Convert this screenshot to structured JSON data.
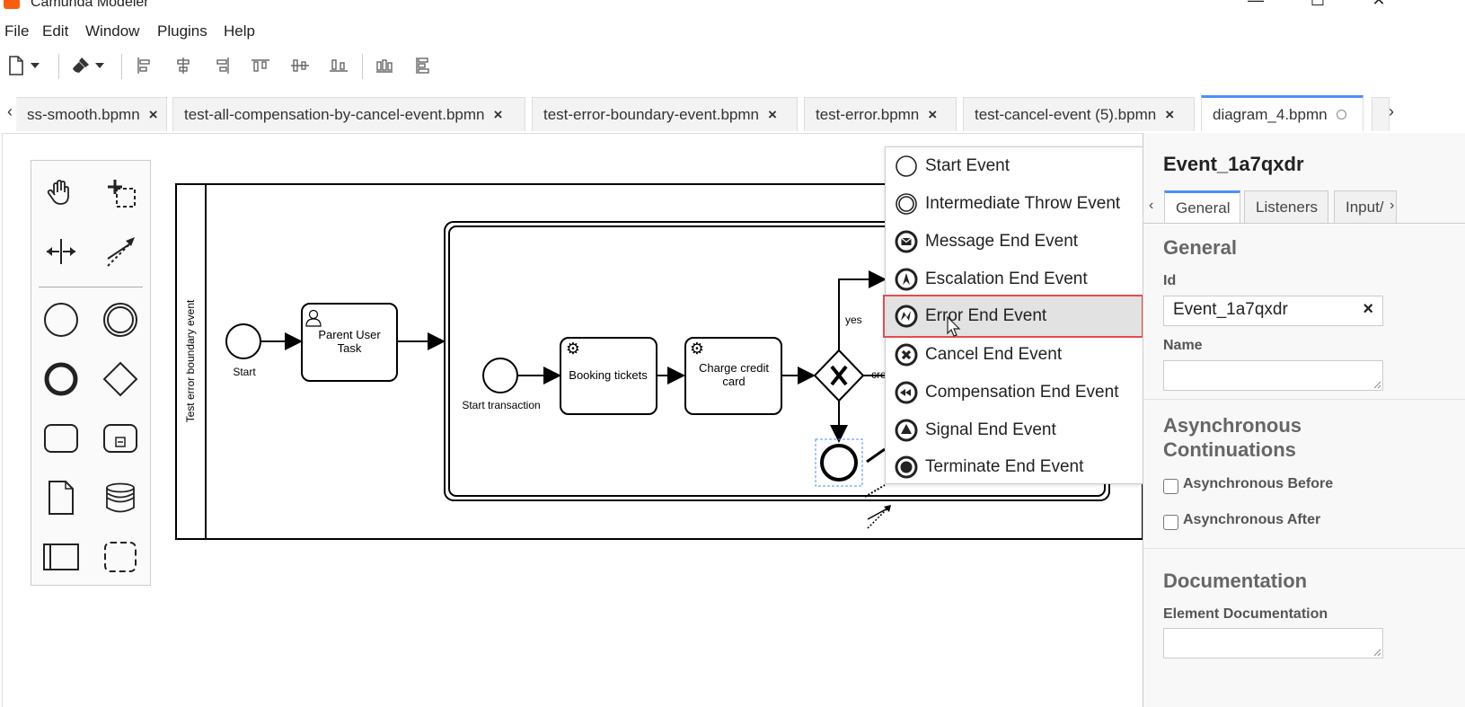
{
  "window": {
    "title": "Camunda Modeler",
    "controls": [
      "minimize",
      "maximize",
      "close"
    ]
  },
  "menu": [
    "File",
    "Edit",
    "Window",
    "Plugins",
    "Help"
  ],
  "tabs": [
    {
      "label": "ss-smooth.bpmn",
      "state": "close"
    },
    {
      "label": "test-all-compensation-by-cancel-event.bpmn",
      "state": "close"
    },
    {
      "label": "test-error-boundary-event.bpmn",
      "state": "close"
    },
    {
      "label": "test-error.bpmn",
      "state": "close"
    },
    {
      "label": "test-cancel-event (5).bpmn",
      "state": "close"
    },
    {
      "label": "diagram_4.bpmn",
      "state": "unsaved",
      "active": true
    }
  ],
  "close_glyph": "×",
  "tab_scroll": {
    "left": "‹",
    "right": "›"
  },
  "diagram": {
    "pool_label": "Test error boundary event",
    "start_label": "Start",
    "parent_task": "Parent User Task",
    "start_transaction": "Start transaction",
    "booking": "Booking tickets",
    "charge": "Charge credit card",
    "yes_label": "yes",
    "cre_label": "cre"
  },
  "replace_menu": {
    "items": [
      {
        "label": "Start Event",
        "icon": "start-event-icon"
      },
      {
        "label": "Intermediate Throw Event",
        "icon": "intermediate-throw-event-icon"
      },
      {
        "label": "Message End Event",
        "icon": "message-end-event-icon"
      },
      {
        "label": "Escalation End Event",
        "icon": "escalation-end-event-icon"
      },
      {
        "label": "Error End Event",
        "icon": "error-end-event-icon",
        "highlighted": true
      },
      {
        "label": "Cancel End Event",
        "icon": "cancel-end-event-icon"
      },
      {
        "label": "Compensation End Event",
        "icon": "compensation-end-event-icon"
      },
      {
        "label": "Signal End Event",
        "icon": "signal-end-event-icon"
      },
      {
        "label": "Terminate End Event",
        "icon": "terminate-end-event-icon"
      }
    ]
  },
  "properties": {
    "element_id": "Event_1a7qxdr",
    "tabs": [
      "General",
      "Listeners",
      "Input/"
    ],
    "tab_arrows": {
      "left": "‹",
      "right": "›"
    },
    "general_heading": "General",
    "id_label": "Id",
    "id_value": "Event_1a7qxdr",
    "clear_glyph": "×",
    "name_label": "Name",
    "name_value": "",
    "async_heading": "Asynchronous Continuations",
    "async_before": "Asynchronous Before",
    "async_after": "Asynchronous After",
    "doc_heading": "Documentation",
    "doc_label": "Element Documentation"
  }
}
